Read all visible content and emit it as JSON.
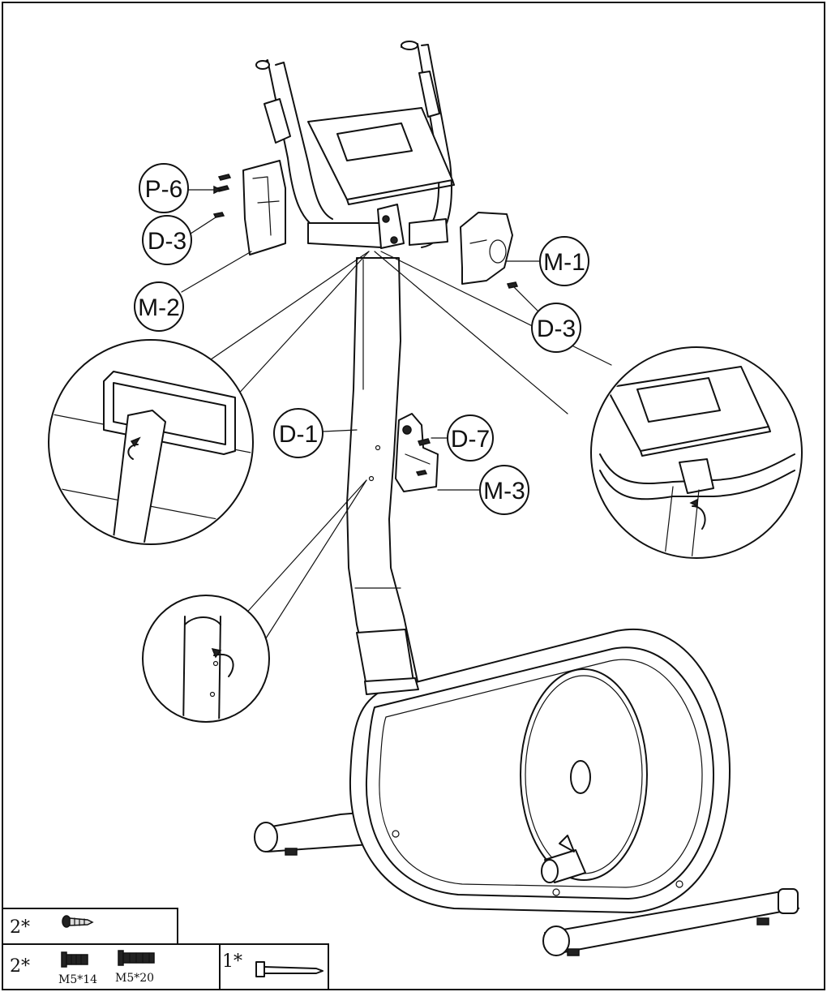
{
  "labels": {
    "p6": "P-6",
    "d3_left": "D-3",
    "m2": "M-2",
    "m1": "M-1",
    "d3_right": "D-3",
    "d1": "D-1",
    "d7": "D-7",
    "m3": "M-3"
  },
  "hardware": {
    "row1_qty": "2*",
    "row2_qty": "2*",
    "bolt_a": "M5*14",
    "bolt_b": "M5*20",
    "tool_qty": "1*"
  }
}
